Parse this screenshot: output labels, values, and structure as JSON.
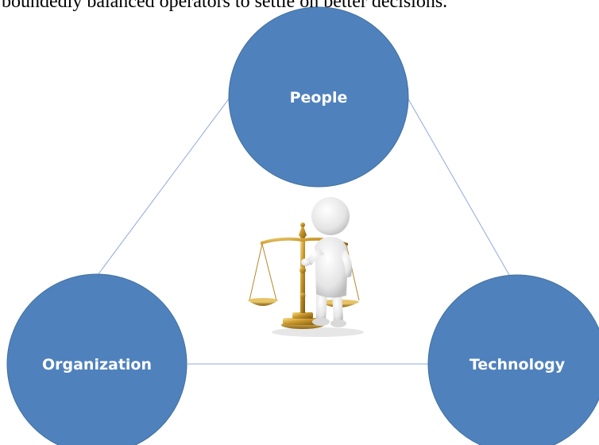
{
  "caption": "boundedly balanced operators to settle on better decisions.",
  "nodes": {
    "people": "People",
    "organization": "Organization",
    "technology": "Technology"
  },
  "center_image": "person-with-balance-scale-icon",
  "colors": {
    "circle_fill": "#4f81bd",
    "circle_stroke": "#41719c",
    "connector": "#8eaadb",
    "label": "#ffffff"
  }
}
